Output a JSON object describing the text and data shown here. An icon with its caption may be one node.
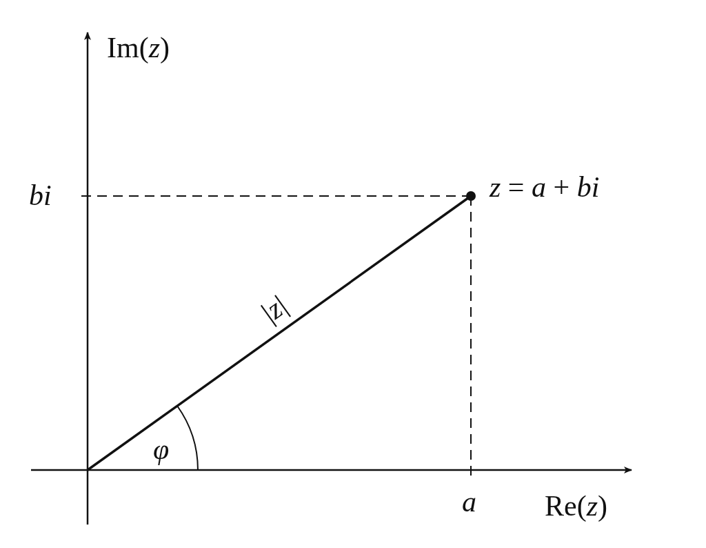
{
  "diagram": {
    "labels": [
      "Im(*z*)",
      "bi",
      "*z* = *a* + *bi*",
      "|*z*|",
      "φ",
      "a",
      "Re(*z*)"
    ]
  }
}
